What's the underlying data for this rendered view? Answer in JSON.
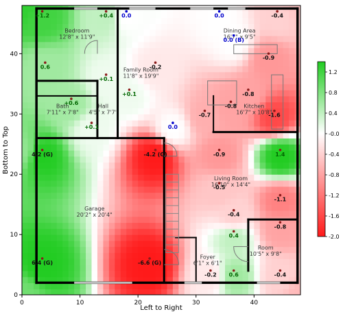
{
  "chart_data": {
    "type": "heatmap",
    "xlabel": "Left to Right",
    "ylabel": "Bottom to Top",
    "xlim": [
      0,
      48
    ],
    "ylim": [
      0,
      48
    ],
    "x_ticks": [
      0,
      10,
      20,
      30,
      40
    ],
    "y_ticks": [
      0,
      10,
      20,
      30,
      40
    ],
    "colorbar": {
      "min": -2.0,
      "max": 1.4,
      "ticks": [
        1.2,
        0.8,
        0.4,
        0.0,
        -0.4,
        -0.8,
        -1.2,
        -1.6,
        -2.0
      ],
      "tick_labels": [
        "1.2",
        "0.8",
        "0.4",
        "-0.0",
        "-0.4",
        "-0.8",
        "-1.2",
        "-1.6",
        "-2.0"
      ],
      "colors": {
        "positive": "#00c800",
        "zero": "#ffffff",
        "negative": "#ff1414"
      }
    },
    "rooms": [
      {
        "name": "Bedroom",
        "dims": "12'8\" x 11'9\"",
        "x": 9.5,
        "y": 43.5
      },
      {
        "name": "Family Room",
        "dims": "11'8\" x 19'9\"",
        "x": 20.5,
        "y": 37.0
      },
      {
        "name": "Dining Area",
        "dims": "16'7\" x 9'5\"",
        "x": 37.5,
        "y": 43.5
      },
      {
        "name": "Bath",
        "dims": "7'11\" x 7'8\"",
        "x": 7.0,
        "y": 31.0
      },
      {
        "name": "Hall",
        "dims": "4'5\" x 7'7\"",
        "x": 14.0,
        "y": 31.0
      },
      {
        "name": "Kitchen",
        "dims": "16'7\" x 10'8\"",
        "x": 40.0,
        "y": 31.0
      },
      {
        "name": "Living Room",
        "dims": "16'10\" x 14'4\"",
        "x": 36.0,
        "y": 19.0
      },
      {
        "name": "Garage",
        "dims": "20'2\" x 20'4\"",
        "x": 12.5,
        "y": 14.0
      },
      {
        "name": "Room",
        "dims": "10'5\" x 9'8\"",
        "x": 42.0,
        "y": 7.5
      },
      {
        "name": "Foyer",
        "dims": "6'1\" x 6'1\"",
        "x": 32.0,
        "y": 6.0
      }
    ],
    "measurements": [
      {
        "label": "+1.2",
        "value": 1.2,
        "x": 3.5,
        "y": 46.0
      },
      {
        "label": "+0.4",
        "value": 0.4,
        "x": 14.5,
        "y": 46.0
      },
      {
        "label": "0.0",
        "value": 0.0,
        "x": 18.0,
        "y": 46.0
      },
      {
        "label": "0.0",
        "value": 0.0,
        "x": 34.0,
        "y": 46.0
      },
      {
        "label": "-0.4",
        "value": -0.4,
        "x": 44.0,
        "y": 46.0
      },
      {
        "label": "0.0 (B)",
        "value": 0.0,
        "x": 36.5,
        "y": 42.0
      },
      {
        "label": "-0.9",
        "value": -0.9,
        "x": 42.5,
        "y": 39.0
      },
      {
        "label": "0.6",
        "value": 0.6,
        "x": 4.0,
        "y": 37.5
      },
      {
        "label": "-0.2",
        "value": -0.2,
        "x": 23.0,
        "y": 37.5
      },
      {
        "label": "+0.1",
        "value": 0.1,
        "x": 14.5,
        "y": 35.5
      },
      {
        "label": "+0.1",
        "value": 0.1,
        "x": 18.5,
        "y": 33.0
      },
      {
        "label": "+0.6",
        "value": 0.6,
        "x": 8.5,
        "y": 31.5
      },
      {
        "label": "-0.8",
        "value": -0.8,
        "x": 39.0,
        "y": 33.0
      },
      {
        "label": "-0.8",
        "value": -0.8,
        "x": 36.0,
        "y": 31.0
      },
      {
        "label": "-0.7",
        "value": -0.7,
        "x": 31.5,
        "y": 29.5
      },
      {
        "label": "-1.6",
        "value": -1.6,
        "x": 43.5,
        "y": 29.5
      },
      {
        "label": "+0.1",
        "value": 0.1,
        "x": 12.0,
        "y": 27.5
      },
      {
        "label": "0.0",
        "value": 0.0,
        "x": 26.0,
        "y": 27.5
      },
      {
        "label": "4.2 (G)",
        "value": 4.2,
        "x": 3.5,
        "y": 23.0
      },
      {
        "label": "-4.2 (G)",
        "value": -4.2,
        "x": 23.0,
        "y": 23.0
      },
      {
        "label": "-0.9",
        "value": -0.9,
        "x": 34.0,
        "y": 23.0
      },
      {
        "label": "1.4",
        "value": 1.4,
        "x": 44.5,
        "y": 23.0
      },
      {
        "label": "-0.5",
        "value": -0.5,
        "x": 34.0,
        "y": 17.5
      },
      {
        "label": "-1.1",
        "value": -1.1,
        "x": 44.5,
        "y": 15.5
      },
      {
        "label": "-0.4",
        "value": -0.4,
        "x": 36.5,
        "y": 13.0
      },
      {
        "label": "-0.8",
        "value": -0.8,
        "x": 44.5,
        "y": 11.0
      },
      {
        "label": "0.4",
        "value": 0.4,
        "x": 36.5,
        "y": 9.5
      },
      {
        "label": "6.4 (G)",
        "value": 6.4,
        "x": 3.5,
        "y": 5.0
      },
      {
        "label": "-6.6 (G)",
        "value": -6.6,
        "x": 22.0,
        "y": 5.0
      },
      {
        "label": "-0.2",
        "value": -0.2,
        "x": 32.5,
        "y": 3.0
      },
      {
        "label": "0.6",
        "value": 0.6,
        "x": 36.5,
        "y": 3.0
      },
      {
        "label": "-0.4",
        "value": -0.4,
        "x": 44.5,
        "y": 3.0
      }
    ]
  }
}
